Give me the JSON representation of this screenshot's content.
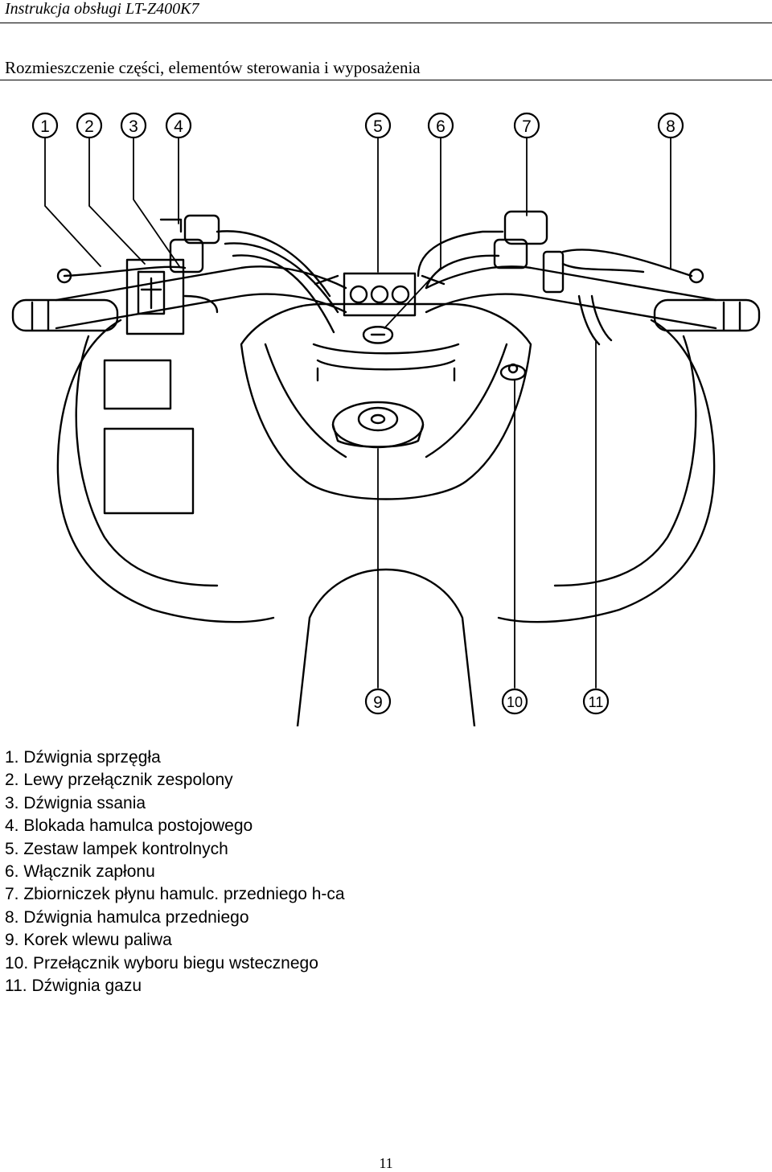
{
  "header": {
    "title": "Instrukcja obsługi LT-Z400K7"
  },
  "section": {
    "title": "Rozmieszczenie części, elementów sterowania i wyposażenia"
  },
  "figure": {
    "callouts": [
      "1",
      "2",
      "3",
      "4",
      "5",
      "6",
      "7",
      "8",
      "9",
      "10",
      "11"
    ]
  },
  "legend": {
    "items": [
      "1. Dźwignia sprzęgła",
      "2. Lewy przełącznik zespolony",
      "3. Dźwignia ssania",
      "4. Blokada hamulca postojowego",
      "5. Zestaw lampek kontrolnych",
      "6. Włącznik zapłonu",
      "7. Zbiorniczek płynu hamulc. przedniego h-ca",
      "8. Dźwignia hamulca przedniego",
      "9. Korek wlewu paliwa",
      "10. Przełącznik wyboru biegu wstecznego",
      "11. Dźwignia gazu"
    ]
  },
  "footer": {
    "page_number": "11"
  }
}
